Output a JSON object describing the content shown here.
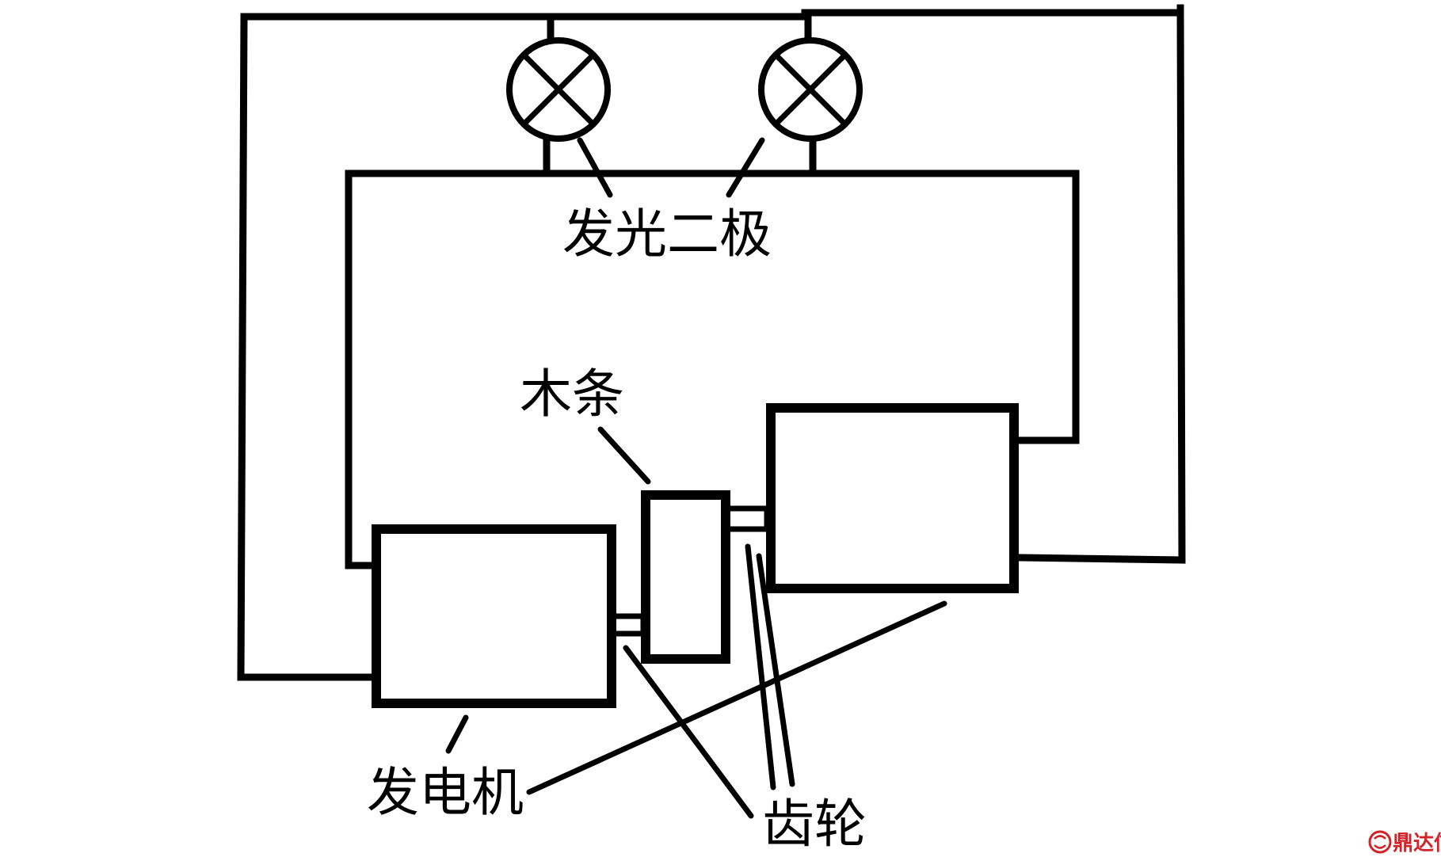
{
  "labels": {
    "led": "发光二极",
    "wood_strip": "木条",
    "generator": "发电机",
    "gear": "齿轮"
  },
  "watermark": {
    "text": "鼎达信",
    "color": "#d2232a"
  }
}
